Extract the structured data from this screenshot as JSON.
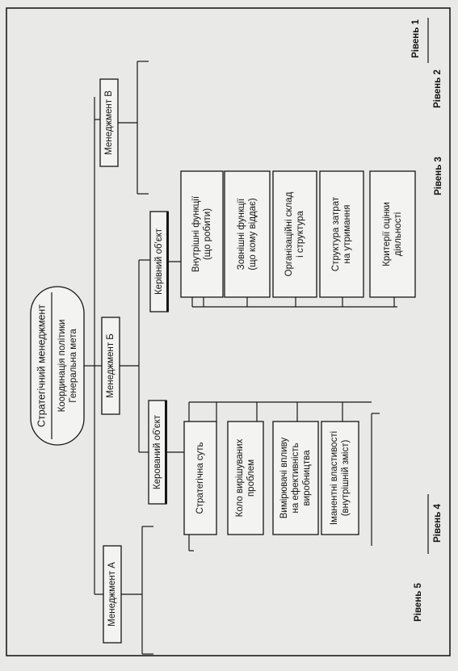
{
  "levels": {
    "l1": "Рівень 1",
    "l2": "Рівень 2",
    "l3": "Рівень 3",
    "l4": "Рівень 4",
    "l5": "Рівень 5"
  },
  "root": {
    "title": "Стратегічний менеджмент",
    "line2": "Координація політики",
    "line3": "Генеральна мета"
  },
  "management": {
    "a": "Менеджмент А",
    "b": "Менеджмент Б",
    "v": "Менеджмент В"
  },
  "objects": {
    "managed": "Керований об'єкт",
    "governing": "Керівний об'єкт"
  },
  "managed_items": [
    {
      "line1": "Стратегічна суть",
      "line2": "",
      "line3": ""
    },
    {
      "line1": "Коло вирішуваних",
      "line2": "проблем",
      "line3": ""
    },
    {
      "line1": "Вимірювачі впливу",
      "line2": "на ефективність",
      "line3": "виробництва"
    },
    {
      "line1": "Іманентні властивості",
      "line2": "(внутрішній зміст)",
      "line3": ""
    }
  ],
  "governing_items": [
    {
      "line1": "Внутрішні функції",
      "line2": "(що робити)"
    },
    {
      "line1": "Зовнішні функції",
      "line2": "(що кому віддає)"
    },
    {
      "line1": "Організаційні склад",
      "line2": "і структура"
    },
    {
      "line1": "Структура затрат",
      "line2": "на утримання"
    },
    {
      "line1": "Критерії оцінки",
      "line2": "діяльності"
    }
  ]
}
